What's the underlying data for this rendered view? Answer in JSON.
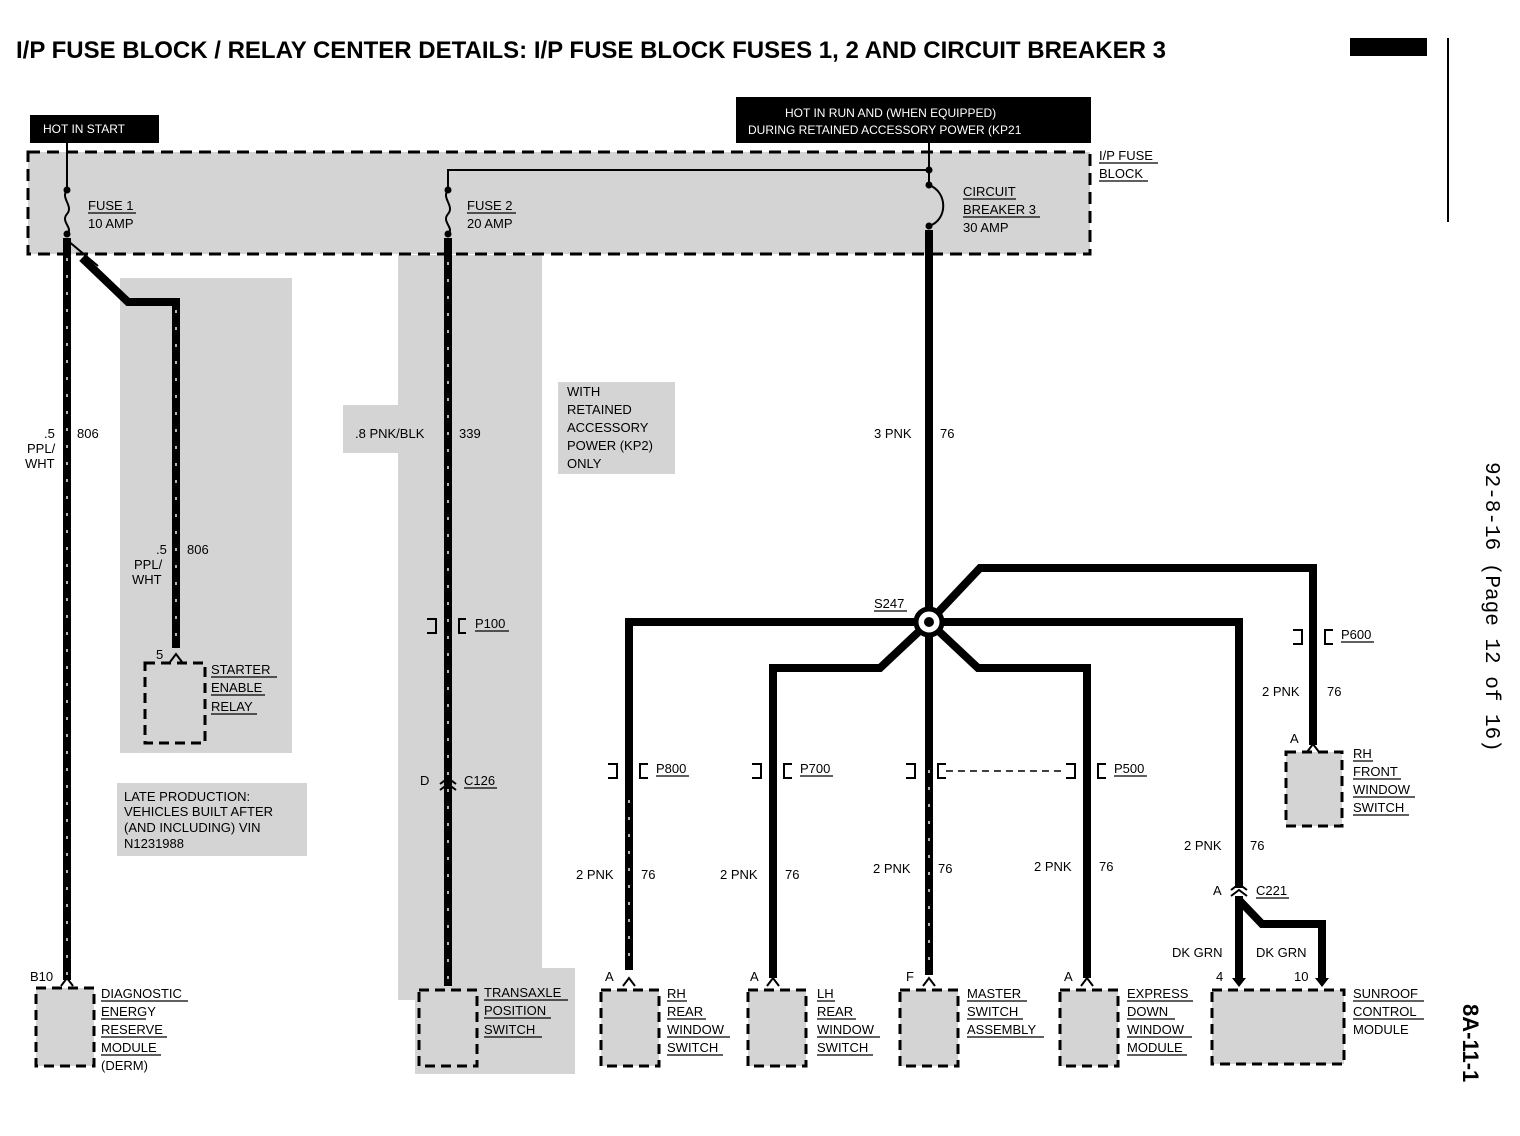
{
  "title": "I/P FUSE BLOCK / RELAY CENTER DETAILS: I/P FUSE BLOCK FUSES 1, 2 AND CIRCUIT BREAKER 3",
  "hot_in_start": "HOT IN START",
  "hot_in_run": [
    "HOT IN RUN AND (WHEN EQUIPPED)",
    "DURING RETAINED ACCESSORY POWER (KP21"
  ],
  "fuse_block_label": [
    "I/P FUSE",
    "BLOCK"
  ],
  "fuse1": {
    "name": "FUSE 1",
    "rating": "10 AMP"
  },
  "fuse2": {
    "name": "FUSE 2",
    "rating": "20 AMP"
  },
  "breaker3": {
    "name1": "CIRCUIT",
    "name2": "BREAKER 3",
    "rating": "30 AMP"
  },
  "wires": {
    "w806_a": {
      "size": ".5",
      "color1": "PPL/",
      "color2": "WHT",
      "circuit": "806"
    },
    "w806_b": {
      "size": ".5",
      "color1": "PPL/",
      "color2": "WHT",
      "circuit": "806"
    },
    "w339": {
      "spec": ".8 PNK/BLK",
      "circuit": "339"
    },
    "w76_main": {
      "spec": "3 PNK",
      "circuit": "76"
    },
    "w76_rf": {
      "spec": "2 PNK",
      "circuit": "76"
    },
    "w76_rr": {
      "spec": "2 PNK",
      "circuit": "76"
    },
    "w76_lr": {
      "spec": "2 PNK",
      "circuit": "76"
    },
    "w76_ms": {
      "spec": "2 PNK",
      "circuit": "76"
    },
    "w76_ed": {
      "spec": "2 PNK",
      "circuit": "76"
    },
    "w76_sr": {
      "spec": "2 PNK",
      "circuit": "76"
    },
    "dkgrn1": "DK GRN",
    "dkgrn2": "DK GRN"
  },
  "retained_note": [
    "WITH",
    "RETAINED",
    "ACCESSORY",
    "POWER (KP2)",
    "ONLY"
  ],
  "late_note": [
    "LATE PRODUCTION:",
    "VEHICLES BUILT AFTER",
    "(AND INCLUDING) VIN",
    "N1231988"
  ],
  "splice": "S247",
  "connectors": {
    "p100": "P100",
    "c126": "C126",
    "c126_pin": "D",
    "p600": "P600",
    "p800": "P800",
    "p700": "P700",
    "p500": "P500",
    "c221": "C221",
    "c221_pin": "A"
  },
  "components": {
    "starter": {
      "pin": "5",
      "lines": [
        "STARTER",
        "ENABLE",
        "RELAY"
      ]
    },
    "derm": {
      "pin": "B10",
      "lines": [
        "DIAGNOSTIC",
        "ENERGY",
        "RESERVE",
        "MODULE"
      ],
      "extra": "(DERM)"
    },
    "transaxle": {
      "lines": [
        "TRANSAXLE",
        "POSITION",
        "SWITCH"
      ]
    },
    "rh_rear": {
      "pin": "A",
      "lines": [
        "RH",
        "REAR",
        "WINDOW",
        "SWITCH"
      ]
    },
    "lh_rear": {
      "pin": "A",
      "lines": [
        "LH",
        "REAR",
        "WINDOW",
        "SWITCH"
      ]
    },
    "master": {
      "pin": "F",
      "lines": [
        "MASTER",
        "SWITCH",
        "ASSEMBLY"
      ]
    },
    "express": {
      "pin": "A",
      "lines": [
        "EXPRESS",
        "DOWN",
        "WINDOW",
        "MODULE"
      ]
    },
    "sunroof": {
      "pin1": "4",
      "pin2": "10",
      "lines": [
        "SUNROOF",
        "CONTROL",
        "MODULE"
      ]
    },
    "rh_front": {
      "pin": "A",
      "lines": [
        "RH",
        "FRONT",
        "WINDOW",
        "SWITCH"
      ]
    }
  },
  "side_ref": "92-8-16 (Page 12 of 16)",
  "page_num": "8A-11-1"
}
